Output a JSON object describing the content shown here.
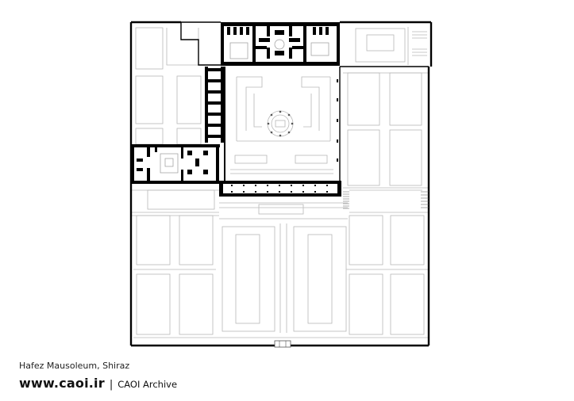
{
  "caption": "Hafez Mausoleum, Shiraz",
  "credit": {
    "site": "www.caoi.ir",
    "separator": "|",
    "archive": "CAOI Archive"
  },
  "colors": {
    "wall": "#000000",
    "line": "#b4b4b4",
    "background": "#ffffff"
  },
  "drawing": {
    "type": "architectural site plan",
    "features": [
      "perimeter-wall",
      "tomb-courtyard",
      "octagonal-tomb-pavilion",
      "main-hall-colonnade",
      "garden-beds",
      "side-buildings",
      "entrance-gate"
    ]
  }
}
